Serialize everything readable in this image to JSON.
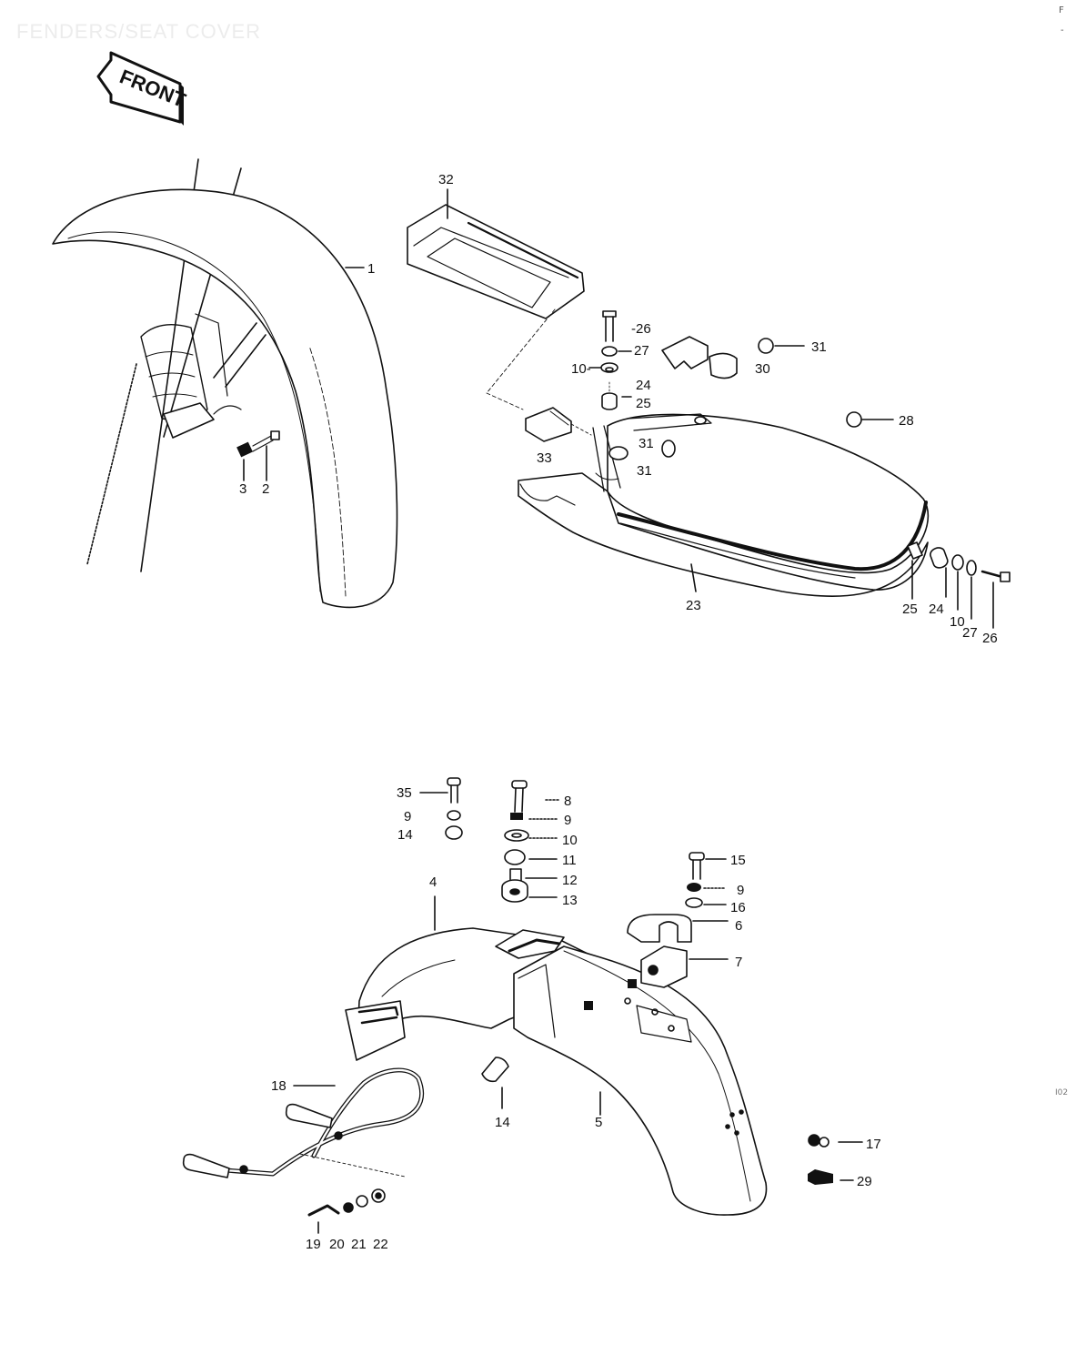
{
  "page": {
    "title": "FENDERS/SEAT COVER",
    "corner_top": "F",
    "corner_dash": "-",
    "side_code": "I02"
  },
  "front_arrow": {
    "label": "FRONT"
  },
  "callouts": [
    {
      "id": "1",
      "label": "1"
    },
    {
      "id": "3",
      "label": "3"
    },
    {
      "id": "2",
      "label": "2"
    },
    {
      "id": "32",
      "label": "32"
    },
    {
      "id": "26a",
      "label": "-26"
    },
    {
      "id": "27a",
      "label": "27"
    },
    {
      "id": "10a",
      "label": "10-"
    },
    {
      "id": "24a",
      "label": "24"
    },
    {
      "id": "25a",
      "label": "25"
    },
    {
      "id": "31a",
      "label": "31"
    },
    {
      "id": "30",
      "label": "30"
    },
    {
      "id": "28",
      "label": "28"
    },
    {
      "id": "31b",
      "label": "31"
    },
    {
      "id": "31c",
      "label": "31"
    },
    {
      "id": "33",
      "label": "33"
    },
    {
      "id": "23",
      "label": "23"
    },
    {
      "id": "25b",
      "label": "25"
    },
    {
      "id": "24b",
      "label": "24"
    },
    {
      "id": "10b",
      "label": "10"
    },
    {
      "id": "27b",
      "label": "27"
    },
    {
      "id": "26b",
      "label": "26"
    },
    {
      "id": "35",
      "label": "35"
    },
    {
      "id": "9a",
      "label": "9"
    },
    {
      "id": "14a",
      "label": "14"
    },
    {
      "id": "8",
      "label": "8"
    },
    {
      "id": "9b",
      "label": "9"
    },
    {
      "id": "10c",
      "label": "10"
    },
    {
      "id": "11",
      "label": "11"
    },
    {
      "id": "12",
      "label": "12"
    },
    {
      "id": "13",
      "label": "13"
    },
    {
      "id": "15",
      "label": "15"
    },
    {
      "id": "9c",
      "label": "9"
    },
    {
      "id": "16",
      "label": "16"
    },
    {
      "id": "6",
      "label": "6"
    },
    {
      "id": "7",
      "label": "7"
    },
    {
      "id": "4",
      "label": "4"
    },
    {
      "id": "18",
      "label": "18"
    },
    {
      "id": "14b",
      "label": "14"
    },
    {
      "id": "5",
      "label": "5"
    },
    {
      "id": "17",
      "label": "17"
    },
    {
      "id": "29",
      "label": "29"
    },
    {
      "id": "19",
      "label": "19"
    },
    {
      "id": "20",
      "label": "20"
    },
    {
      "id": "21",
      "label": "21"
    },
    {
      "id": "22",
      "label": "22"
    }
  ]
}
